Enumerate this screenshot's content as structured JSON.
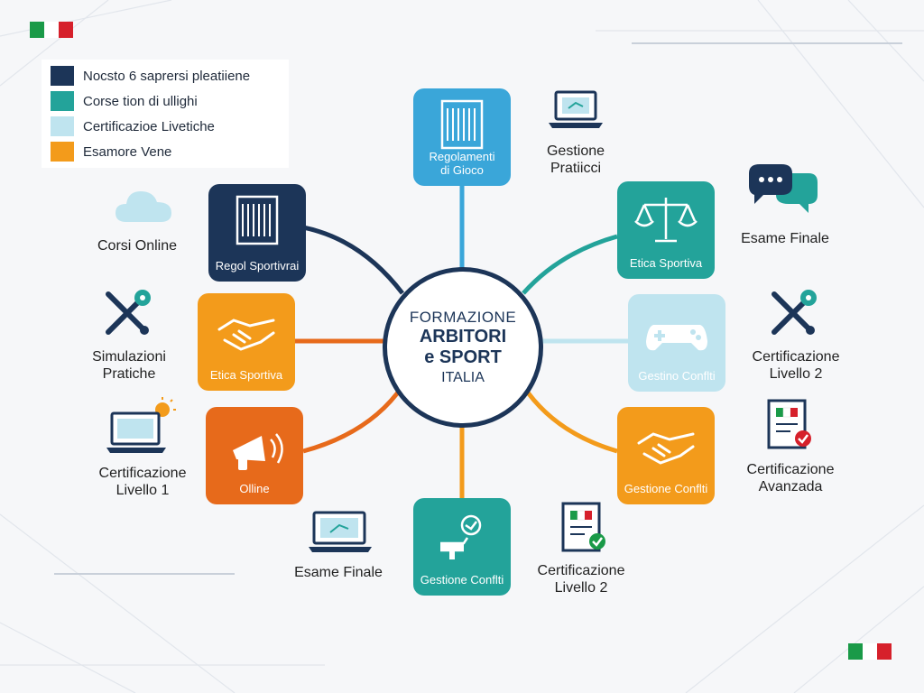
{
  "colors": {
    "navy": "#1c3558",
    "teal": "#23a39a",
    "light_blue": "#bfe4ef",
    "orange": "#f39b1b",
    "deep_orange": "#e76a1b",
    "blue": "#3aa6d9",
    "flag_green": "#1a9a48",
    "flag_white": "#ffffff",
    "flag_red": "#d6202b"
  },
  "legend": {
    "items": [
      {
        "label": "Nocsto 6 saprersi pleatiiene",
        "color": "#1c3558"
      },
      {
        "label": "Corse tion di ullighi",
        "color": "#23a39a"
      },
      {
        "label": "Certificazioe Livetiche",
        "color": "#bfe4ef"
      },
      {
        "label": "Esamore Vene",
        "color": "#f39b1b"
      }
    ]
  },
  "hub": {
    "line1": "FORMAZIONE",
    "line2": "ARBITORI",
    "line3": "e SPORT",
    "line4": "ITALIA"
  },
  "nodes": [
    {
      "label": "Regolamenti\ndi Gioco",
      "color": "#3aa6d9",
      "icon": "rulebook-icon"
    },
    {
      "label": "Regol Sportivrai",
      "color": "#1c3558",
      "icon": "rulebook-icon"
    },
    {
      "label": "Etica Sportiva",
      "color": "#23a39a",
      "icon": "scales-icon"
    },
    {
      "label": "Etica Sportiva",
      "color": "#f39b1b",
      "icon": "handshake-icon"
    },
    {
      "label": "Gestino Conflti",
      "color": "#bfe4ef",
      "icon": "gamepad-icon"
    },
    {
      "label": "Olline",
      "color": "#e76a1b",
      "icon": "megaphone-icon"
    },
    {
      "label": "Gestione Conflti",
      "color": "#f39b1b",
      "icon": "handshake-icon"
    },
    {
      "label": "Gestione Conflti",
      "color": "#23a39a",
      "icon": "whistle-icon"
    }
  ],
  "peripherals": [
    {
      "label": "Gestione\nPratiicci",
      "icon": "laptop-icon"
    },
    {
      "label": "Corsi Online",
      "icon": "cloud-icon"
    },
    {
      "label": "Esame Finale",
      "icon": "chat-icon"
    },
    {
      "label": "Simulazioni\nPratiche",
      "icon": "tools-icon"
    },
    {
      "label": "Certificazione\nLivello 2",
      "icon": "tools-icon"
    },
    {
      "label": "Certificazione\nLivello 1",
      "icon": "laptop-icon"
    },
    {
      "label": "Certificazione\nAvanzada",
      "icon": "certificate-icon"
    },
    {
      "label": "Esame Finale",
      "icon": "laptop-icon"
    },
    {
      "label": "Certificazione\nLivello 2",
      "icon": "certificate-icon"
    }
  ]
}
